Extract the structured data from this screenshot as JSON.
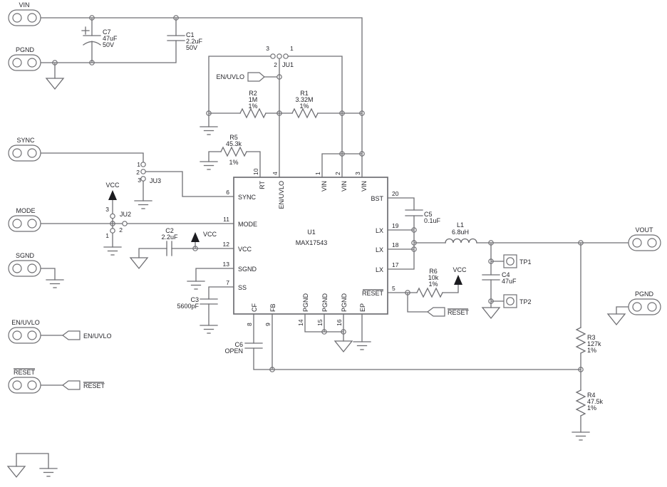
{
  "schematic": {
    "connectors": {
      "vin": "VIN",
      "pgnd_left": "PGND",
      "sync": "SYNC",
      "mode": "MODE",
      "sgnd": "SGND",
      "en_uvlo": "EN/UVLO",
      "reset": "RESET",
      "vout": "VOUT",
      "pgnd_right": "PGND"
    },
    "net_labels": {
      "vcc": "VCC",
      "en_uvlo": "EN/UVLO",
      "reset": "RESET"
    },
    "components": {
      "c7": {
        "ref": "C7",
        "value": "47uF",
        "rating": "50V"
      },
      "c1": {
        "ref": "C1",
        "value": "2.2uF",
        "rating": "50V"
      },
      "r2": {
        "ref": "R2",
        "value": "1M",
        "tol": "1%"
      },
      "r1": {
        "ref": "R1",
        "value": "3.32M",
        "tol": "1%"
      },
      "r5": {
        "ref": "R5",
        "value": "45.3k",
        "tol": "1%"
      },
      "c2": {
        "ref": "C2",
        "value": "2.2uF"
      },
      "c3": {
        "ref": "C3",
        "value": "5600pF"
      },
      "c6": {
        "ref": "C6",
        "value": "OPEN"
      },
      "c5": {
        "ref": "C5",
        "value": "0.1uF"
      },
      "l1": {
        "ref": "L1",
        "value": "6.8uH"
      },
      "r6": {
        "ref": "R6",
        "value": "10k",
        "tol": "1%"
      },
      "c4": {
        "ref": "C4",
        "value": "47uF"
      },
      "r3": {
        "ref": "R3",
        "value": "127k",
        "tol": "1%"
      },
      "r4": {
        "ref": "R4",
        "value": "47.5k",
        "tol": "1%"
      }
    },
    "ic": {
      "ref": "U1",
      "part": "MAX17543",
      "pins_top": [
        {
          "num": "10",
          "name": "RT"
        },
        {
          "num": "4",
          "name": "EN/UVLO"
        },
        {
          "num": "1",
          "name": "VIN"
        },
        {
          "num": "2",
          "name": "VIN"
        },
        {
          "num": "3",
          "name": "VIN"
        }
      ],
      "pins_left": [
        {
          "num": "6",
          "name": "SYNC"
        },
        {
          "num": "11",
          "name": "MODE"
        },
        {
          "num": "12",
          "name": "VCC"
        },
        {
          "num": "13",
          "name": "SGND"
        },
        {
          "num": "7",
          "name": "SS"
        }
      ],
      "pins_right": [
        {
          "num": "20",
          "name": "BST"
        },
        {
          "num": "19",
          "name": "LX"
        },
        {
          "num": "18",
          "name": "LX"
        },
        {
          "num": "17",
          "name": "LX"
        },
        {
          "num": "5",
          "name": "RESET"
        }
      ],
      "pins_bottom": [
        {
          "num": "8",
          "name": "CF"
        },
        {
          "num": "9",
          "name": "FB"
        },
        {
          "num": "14",
          "name": "PGND"
        },
        {
          "num": "15",
          "name": "PGND"
        },
        {
          "num": "16",
          "name": "PGND"
        },
        {
          "num": "",
          "name": "EP"
        }
      ]
    },
    "jumpers": {
      "ju1": {
        "label": "JU1",
        "p1": "1",
        "p2": "2",
        "p3": "3"
      },
      "ju2": {
        "label": "JU2",
        "p1": "1",
        "p2": "2",
        "p3": "3"
      },
      "ju3": {
        "label": "JU3",
        "p1": "1",
        "p2": "2",
        "p3": "3"
      }
    },
    "test_points": {
      "tp1": "TP1",
      "tp2": "TP2"
    },
    "colors": {
      "wire": "#6f6f73",
      "text": "#26262b",
      "background": "#ffffff"
    }
  }
}
